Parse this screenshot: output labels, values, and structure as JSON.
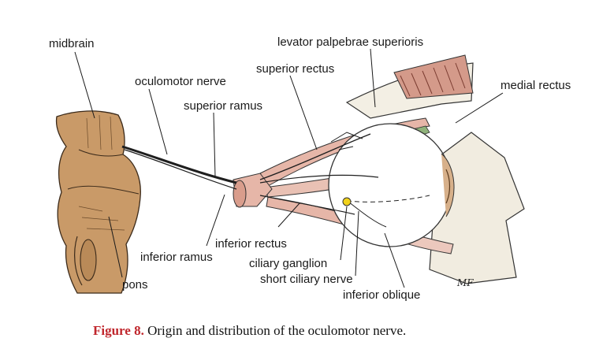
{
  "labels": {
    "midbrain": "midbrain",
    "levator": "levator palpebrae superioris",
    "superior_rectus": "superior rectus",
    "oculomotor_nerve": "oculomotor nerve",
    "medial_rectus": "medial rectus",
    "superior_ramus": "superior ramus",
    "inferior_rectus": "inferior rectus",
    "inferior_ramus": "inferior ramus",
    "ciliary_ganglion": "ciliary ganglion",
    "pons": "pons",
    "short_ciliary_nerve": "short ciliary nerve",
    "inferior_oblique": "inferior oblique"
  },
  "caption": {
    "figure_label": "Figure 8.",
    "text": " Origin and distribution of the oculomotor nerve."
  },
  "signature": "MF",
  "colors": {
    "brainstem": "#c99a68",
    "muscle": "#e6b6a8",
    "bone": "#f3efe4",
    "nerve": "#1e1e1e",
    "tendon_green": "#8fb27a",
    "ganglion": "#f2d21b",
    "caption_red": "#c0272d"
  }
}
